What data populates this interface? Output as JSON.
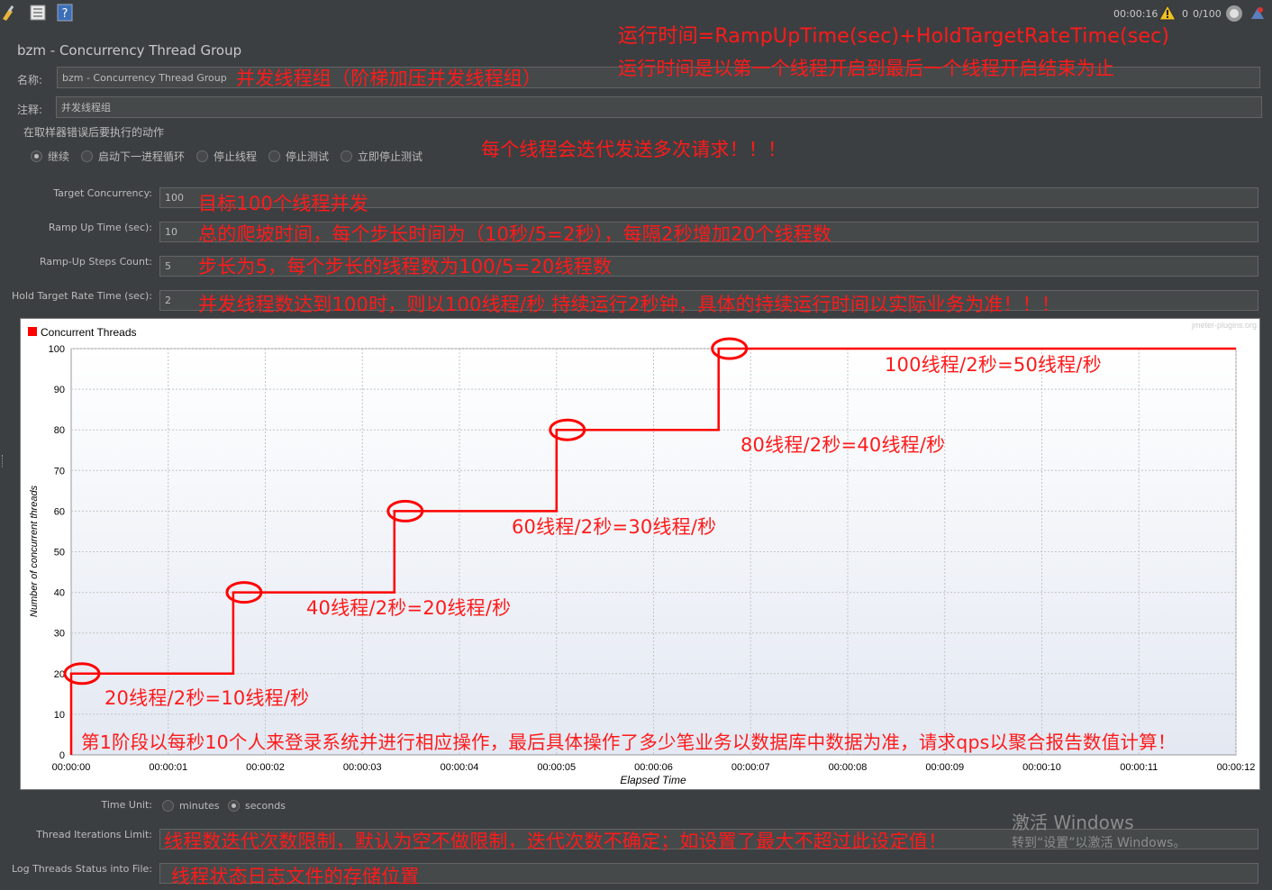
{
  "toolbar": {
    "timer": "00:00:16",
    "warning_count": "0",
    "threads": "0/100"
  },
  "header": {
    "title": "bzm - Concurrency Thread Group"
  },
  "form": {
    "name_label": "名称:",
    "name_value": "bzm - Concurrency Thread Group",
    "comment_label": "注释:",
    "comment_value": "并发线程组",
    "error_action_label": "在取样器错误后要执行的动作",
    "error_actions": [
      {
        "label": "继续",
        "selected": true
      },
      {
        "label": "启动下一进程循环",
        "selected": false
      },
      {
        "label": "停止线程",
        "selected": false
      },
      {
        "label": "停止测试",
        "selected": false
      },
      {
        "label": "立即停止测试",
        "selected": false
      }
    ],
    "target_concurrency_label": "Target Concurrency:",
    "target_concurrency_value": "100",
    "ramp_up_time_label": "Ramp Up Time (sec):",
    "ramp_up_time_value": "10",
    "ramp_up_steps_label": "Ramp-Up Steps Count:",
    "ramp_up_steps_value": "5",
    "hold_time_label": "Hold Target Rate Time (sec):",
    "hold_time_value": "2",
    "time_unit_label": "Time Unit:",
    "time_unit_options": [
      {
        "label": "minutes",
        "selected": false
      },
      {
        "label": "seconds",
        "selected": true
      }
    ],
    "iterations_label": "Thread Iterations Limit:",
    "iterations_value": "",
    "log_label": "Log Threads Status into File:",
    "log_value": ""
  },
  "annotations": {
    "runtime_formula": "运行时间=RampUpTime(sec)+HoldTargetRateTime(sec)",
    "runtime_desc": "运行时间是以第一个线程开启到最后一个线程开启结束为止",
    "name_note": "并发线程组（阶梯加压并发线程组）",
    "iterate_note": "每个线程会迭代发送多次请求！！！",
    "target_note": "目标100个线程并发",
    "ramp_note": "总的爬坡时间，每个步长时间为（10秒/5=2秒），每隔2秒增加20个线程数",
    "steps_note": "步长为5，每个步长的线程数为100/5=20线程数",
    "hold_note": "并发线程数达到100时，则以100线程/秒 持续运行2秒钟，具体的持续运行时间以实际业务为准！！！",
    "step1_note": "20线程/2秒=10线程/秒",
    "step2_note": "40线程/2秒=20线程/秒",
    "step3_note": "60线程/2秒=30线程/秒",
    "step4_note": "80线程/2秒=40线程/秒",
    "step5_note": "100线程/2秒=50线程/秒",
    "phase_note": "第1阶段以每秒10个人来登录系统并进行相应操作，最后具体操作了多少笔业务以数据库中数据为准，请求qps以聚合报告数值计算！",
    "iterations_note": "线程数迭代次数限制，默认为空不做限制，迭代次数不确定；如设置了最大不超过此设定值！",
    "log_note": "线程状态日志文件的存储位置"
  },
  "watermark": {
    "line1": "激活 Windows",
    "line2": "转到“设置”以激活 Windows。"
  },
  "chart_data": {
    "type": "line",
    "step": true,
    "title": "",
    "credit": "jmeter-plugins.org",
    "xlabel": "Elapsed Time",
    "ylabel": "Number of concurrent threads",
    "legend": "top-left",
    "grid": true,
    "xlim": [
      0,
      12
    ],
    "ylim": [
      0,
      100
    ],
    "x_ticks": [
      "00:00:00",
      "00:00:01",
      "00:00:02",
      "00:00:03",
      "00:00:04",
      "00:00:05",
      "00:00:06",
      "00:00:07",
      "00:00:08",
      "00:00:09",
      "00:00:10",
      "00:00:11",
      "00:00:12"
    ],
    "y_ticks": [
      0,
      10,
      20,
      30,
      40,
      50,
      60,
      70,
      80,
      90,
      100
    ],
    "series": [
      {
        "name": "Concurrent Threads",
        "color": "#ff0000",
        "x": [
          0,
          0,
          1.67,
          1.67,
          3.33,
          3.33,
          5.0,
          5.0,
          6.67,
          6.67,
          12
        ],
        "y": [
          0,
          20,
          20,
          40,
          40,
          60,
          60,
          80,
          80,
          100,
          100
        ]
      }
    ]
  }
}
